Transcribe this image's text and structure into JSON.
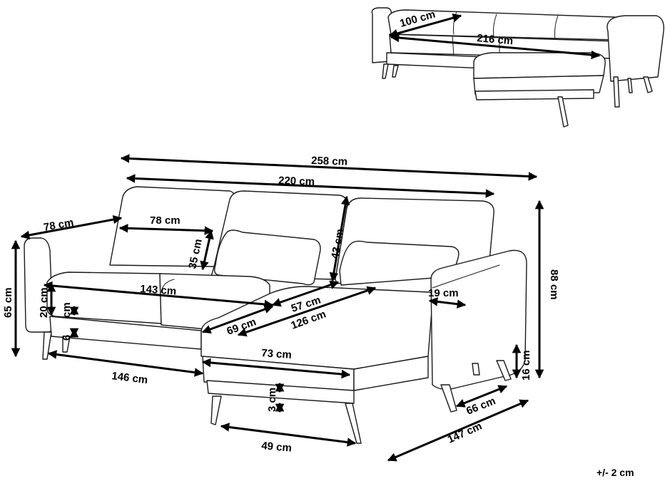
{
  "dimensions": {
    "top_depth": "100 cm",
    "top_width": "216 cm",
    "total_width": "258 cm",
    "seat_area_width": "220 cm",
    "armrest_depth": "78 cm",
    "backrest_width": "78 cm",
    "cushion_height": "35 cm",
    "backrest_height": "43 cm",
    "seat_width": "143 cm",
    "chaise_inner_depth": "57 cm",
    "armrest_width": "19 cm",
    "total_height": "65 cm",
    "seat_cushion_height": "20 cm",
    "frame_height": "6 cm",
    "seat_depth": "69 cm",
    "chaise_depth": "126 cm",
    "overall_height": "88 cm",
    "base_width": "146 cm",
    "chaise_width": "73 cm",
    "chaise_frame_height": "3 cm",
    "leg_height": "16 cm",
    "leg_span": "66 cm",
    "chaise_length": "147 cm",
    "chaise_leg_span": "49 cm"
  },
  "tolerance": "+/- 2 cm"
}
